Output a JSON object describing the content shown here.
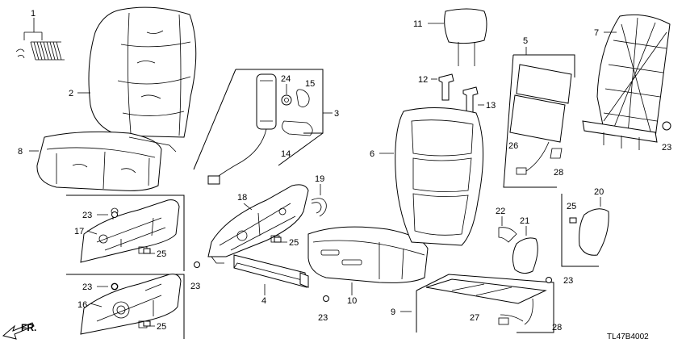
{
  "diagram_code": "TL47B4002",
  "front_indicator": "FR.",
  "callouts": [
    "1",
    "2",
    "3",
    "4",
    "5",
    "6",
    "7",
    "8",
    "9",
    "10",
    "11",
    "12",
    "13",
    "14",
    "15",
    "16",
    "17",
    "18",
    "19",
    "20",
    "21",
    "22",
    "23",
    "24",
    "25",
    "26",
    "27",
    "28"
  ],
  "callout_23_repeats": 6,
  "callout_25_repeats": 4,
  "callout_28_repeats": 2
}
